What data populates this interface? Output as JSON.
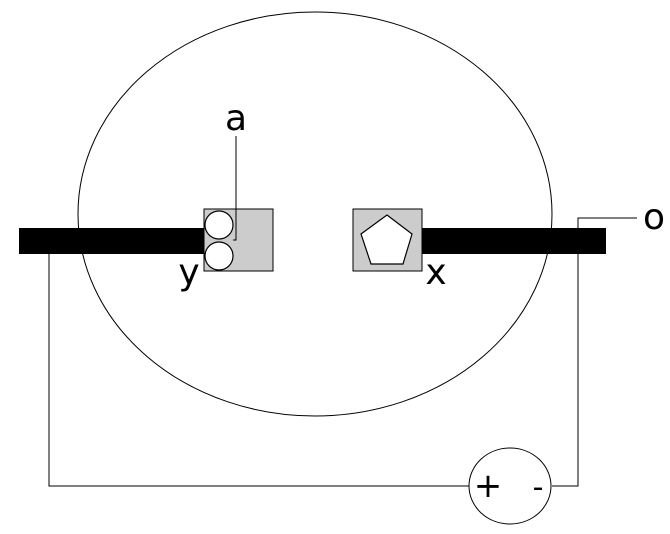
{
  "labels": {
    "a": "a",
    "y": "y",
    "x": "x",
    "o": "o",
    "plus": "+",
    "minus": "-"
  },
  "colors": {
    "stroke": "#000000",
    "rod": "#000000",
    "electrode_fill": "#cccccc",
    "background": "#ffffff"
  },
  "icons": {
    "left_electrode_content": "two-circles-icon",
    "right_electrode_content": "pentagon-icon"
  }
}
